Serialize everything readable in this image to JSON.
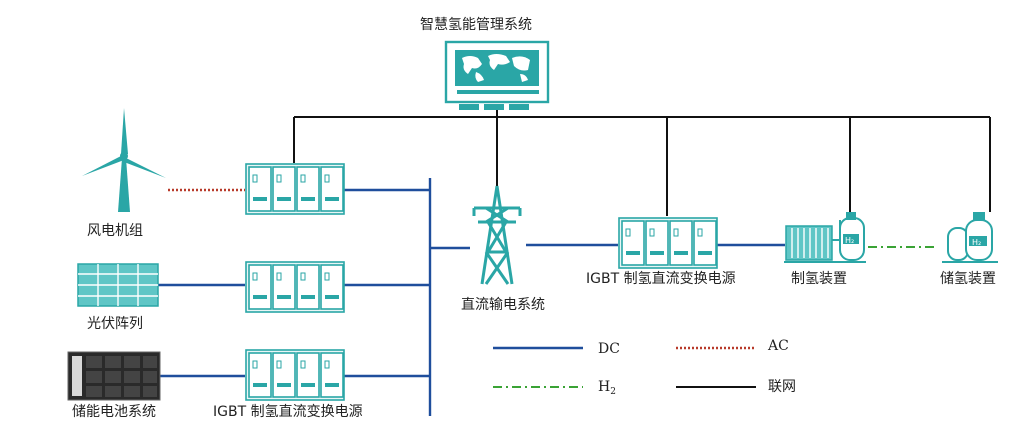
{
  "labels": {
    "management_system": "智慧氢能管理系统",
    "wind_turbine": "风电机组",
    "pv_array": "光伏阵列",
    "battery_storage": "储能电池系统",
    "converter_bottom": "IGBT 制氢直流变换电源",
    "converter_right": "IGBT 制氢直流变换电源",
    "dc_transmission": "直流输电系统",
    "electrolyzer": "制氢装置",
    "hydrogen_storage": "储氢装置",
    "h2_tag_electrolyzer": "H₂",
    "h2_tag_storage": "H₂"
  },
  "legend": {
    "dc": "DC",
    "ac": "AC",
    "h2_base": "H",
    "h2_sub": "2",
    "network": "联网"
  },
  "colors": {
    "teal": "#2aa6a6",
    "dc_line": "#1f4e9c",
    "ac_line": "#b83a2a",
    "h2_line": "#3aa335",
    "network_line": "#111111"
  }
}
